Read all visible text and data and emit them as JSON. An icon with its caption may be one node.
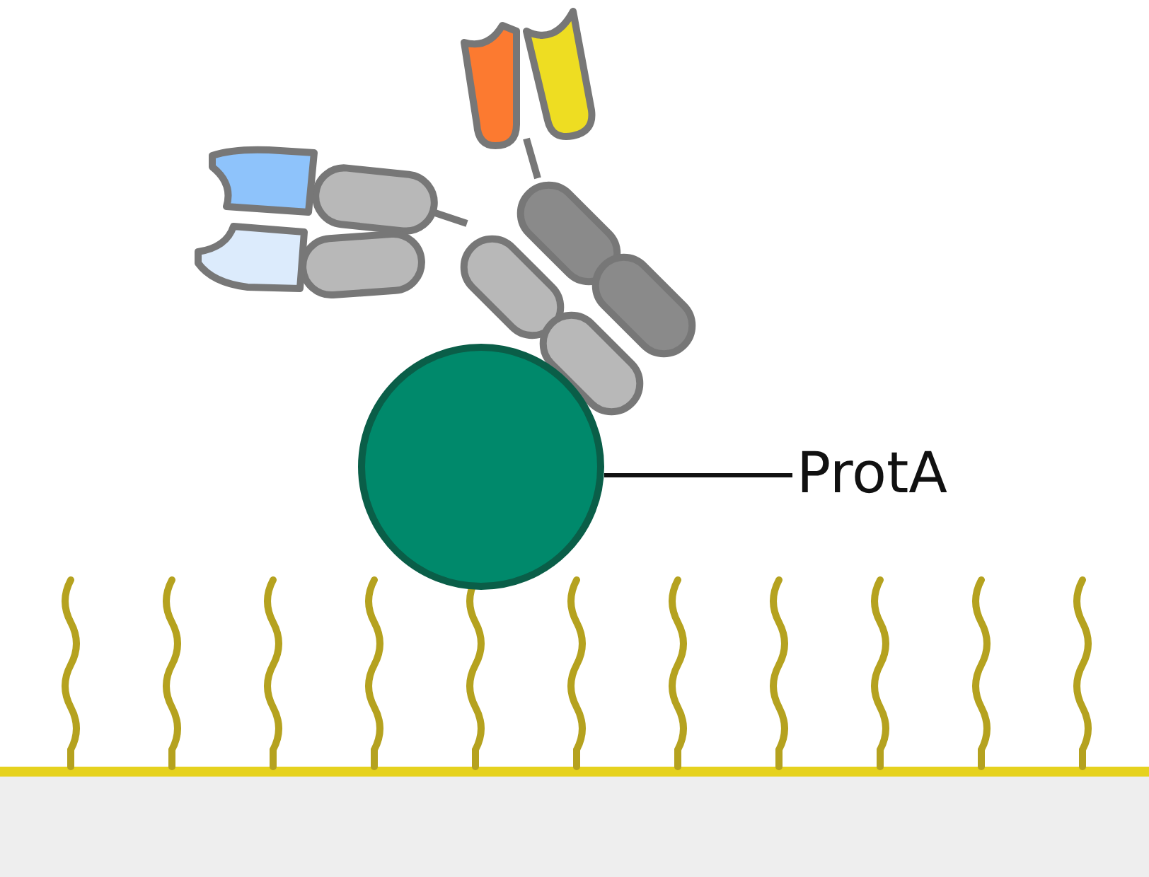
{
  "diagram": {
    "nodes": [
      {
        "text": [
          "ProtA"
        ]
      },
      {
        "text": [],
        "shape": "circle"
      }
    ],
    "edges": [
      {
        "from": 0,
        "to": 1,
        "arrow": "none"
      }
    ]
  }
}
